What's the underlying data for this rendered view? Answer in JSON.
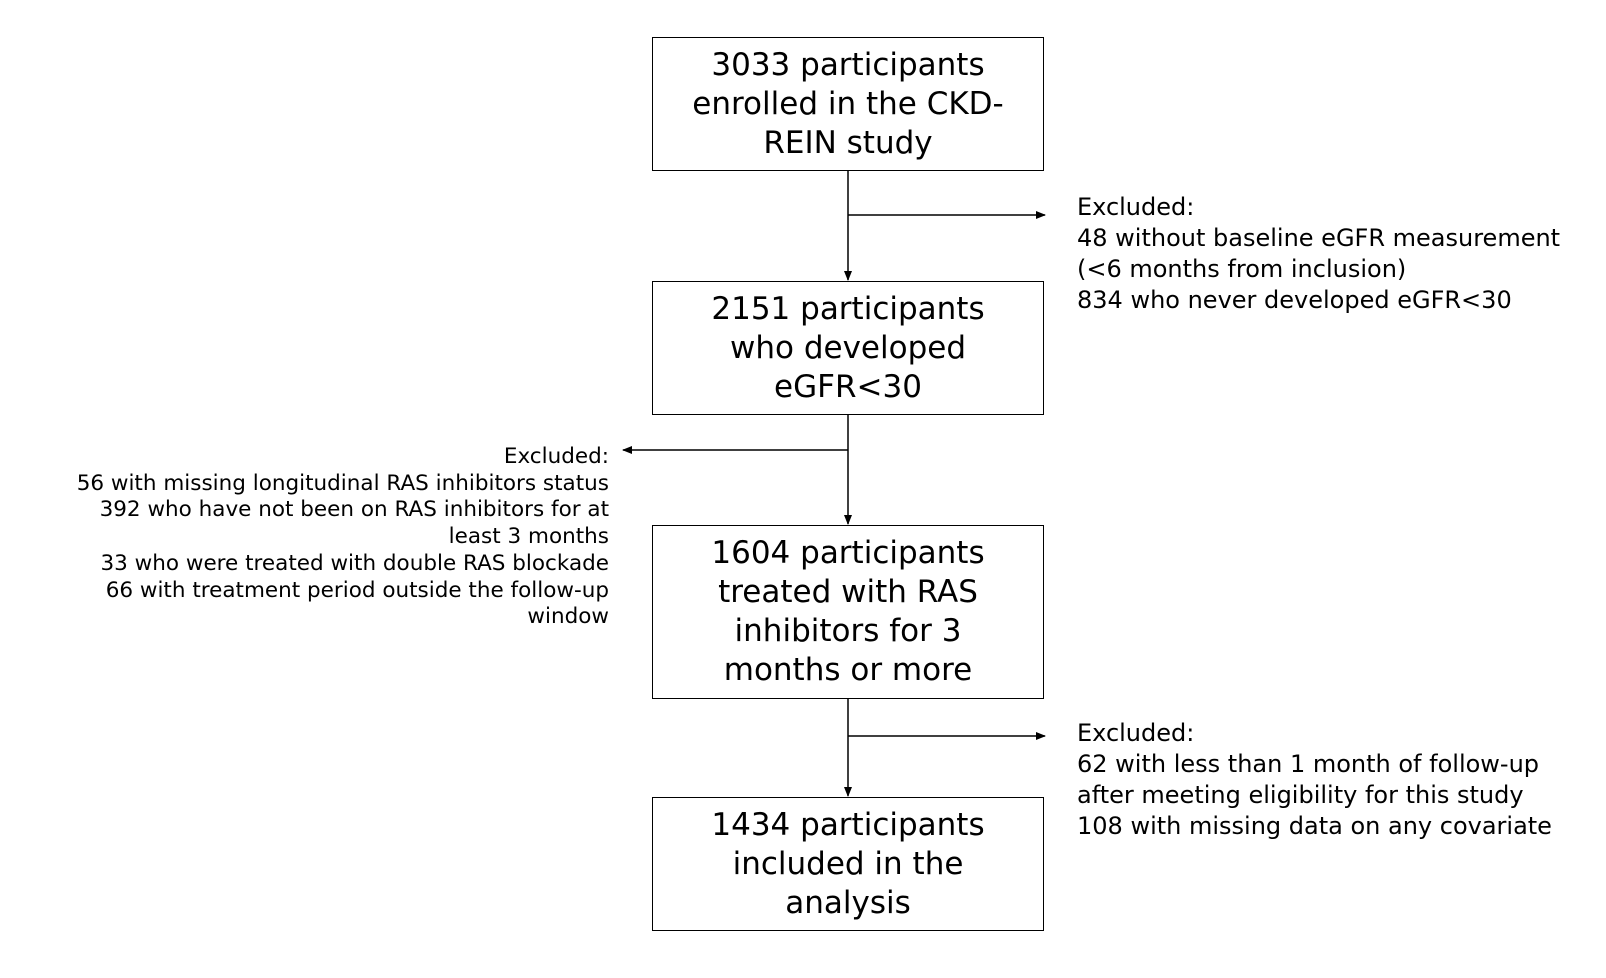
{
  "boxes": [
    {
      "lines": [
        "3033 participants",
        "enrolled in the CKD-",
        "REIN study"
      ]
    },
    {
      "lines": [
        "2151 participants",
        "who developed",
        "eGFR<30"
      ]
    },
    {
      "lines": [
        "1604 participants",
        "treated with RAS",
        "inhibitors for 3",
        "months or more"
      ]
    },
    {
      "lines": [
        "1434 participants",
        "included in the",
        "analysis"
      ]
    }
  ],
  "exclusions": [
    {
      "lines": [
        "Excluded:",
        "48 without baseline eGFR measurement",
        "(<6 months from inclusion)",
        "834 who never developed eGFR<30"
      ]
    },
    {
      "lines": [
        "Excluded:",
        "56 with missing longitudinal RAS inhibitors status",
        "392 who have not been on RAS inhibitors for at",
        "least 3 months",
        "33 who were treated with double RAS blockade",
        "66 with treatment period outside the follow-up",
        "window"
      ]
    },
    {
      "lines": [
        "Excluded:",
        "62 with less than 1 month of follow-up",
        "after meeting eligibility for this study",
        "108 with missing data on any covariate"
      ]
    }
  ]
}
